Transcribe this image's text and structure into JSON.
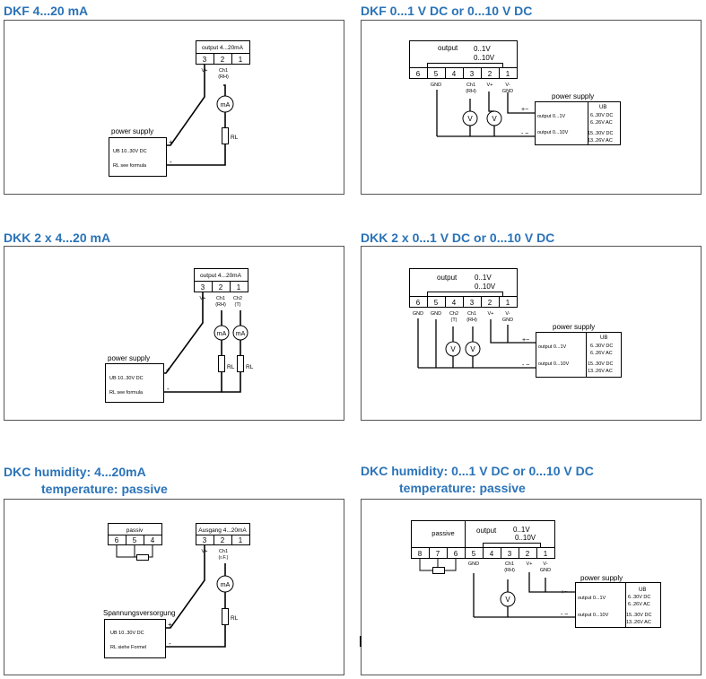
{
  "panels": [
    {
      "title": "DKF 4...20 mA",
      "output_label": "output  4...20mA",
      "terminals": [
        "3",
        "2",
        "1"
      ],
      "terminal_labels": [
        "V+",
        "Ch1",
        "(RH)"
      ],
      "meter": "mA",
      "resistor": "RL",
      "plus": "+",
      "minus": "-",
      "power_supply": "power supply",
      "ps_line1": "UB 10..30V DC",
      "ps_line2": "RL see formula"
    },
    {
      "title": "DKF 0...1 V DC or 0...10 V DC",
      "output_label": "output",
      "range1": "0..1V",
      "range2": "0..10V",
      "terminals": [
        "6",
        "5",
        "4",
        "3",
        "2",
        "1"
      ],
      "terminal_labels": [
        "GND",
        "Ch1",
        "(RH)",
        "V+",
        "V-",
        "GND"
      ],
      "meter": "V",
      "plus_ac": "+~",
      "minus_ac": "- ~",
      "power_supply": "power supply",
      "ub": "UB",
      "out1": "output 0...1V",
      "out10": "output 0...10V",
      "v1": "6..30V DC",
      "v2": "6..26V AC",
      "v3": "15..30V DC",
      "v4": "13..26V AC"
    },
    {
      "title": "DKK  2 x 4...20 mA",
      "output_label": "output  4...20mA",
      "terminals": [
        "3",
        "2",
        "1"
      ],
      "terminal_labels": [
        "V+",
        "Ch1",
        "(RH)",
        "Ch2",
        "(T)"
      ],
      "meter": "mA",
      "resistor": "RL",
      "plus": "+",
      "minus": "-",
      "power_supply": "power supply",
      "ps_line1": "UB 10..30V DC",
      "ps_line2": "RL see formula"
    },
    {
      "title": "DKK  2 x 0...1 V DC or 0...10 V DC",
      "output_label": "output",
      "range1": "0..1V",
      "range2": "0..10V",
      "terminals": [
        "6",
        "5",
        "4",
        "3",
        "2",
        "1"
      ],
      "terminal_labels": [
        "GND",
        "GND",
        "Ch2",
        "(T)",
        "Ch1",
        "(RH)",
        "V+",
        "V-",
        "GND"
      ],
      "meter": "V",
      "plus_ac": "+~",
      "minus_ac": "- ~",
      "power_supply": "power supply",
      "ub": "UB",
      "out1": "output 0...1V",
      "out10": "output 0...10V",
      "v1": "6..30V DC",
      "v2": "6..26V AC",
      "v3": "15..30V DC",
      "v4": "13..26V AC"
    },
    {
      "title_line1": "DKC  humidity: 4...20mA",
      "title_line2": "temperature: passive",
      "passive_label": "passiv",
      "passive_terminals": [
        "6",
        "5",
        "4"
      ],
      "output_label": "Ausgang  4...20mA",
      "terminals": [
        "3",
        "2",
        "1"
      ],
      "terminal_labels": [
        "V+",
        "Ch1",
        "(r.F.)"
      ],
      "meter": "mA",
      "resistor": "RL",
      "plus": "+",
      "minus": "-",
      "power_supply": "Spannungsversorgung",
      "ps_line1": "UB 10..30V DC",
      "ps_line2": "RL siehe Formel"
    },
    {
      "title_line1": "DKC  humidity: 0...1 V DC or 0...10 V DC",
      "title_line2": "temperature: passive",
      "passive_label": "passive",
      "passive_terminals": [
        "8",
        "7",
        "6"
      ],
      "output_label": "output",
      "range1": "0..1V",
      "range2": "0..10V",
      "terminals": [
        "5",
        "4",
        "3",
        "2",
        "1"
      ],
      "terminal_labels": [
        "GND",
        "Ch1",
        "(RH)",
        "V+",
        "V-",
        "GND"
      ],
      "meter": "V",
      "plus_ac": "+~",
      "minus_ac": "- ~",
      "power_supply": "power supply",
      "ub": "UB",
      "out1": "output 0...1V",
      "out10": "output 0...10V",
      "v1": "6..30V DC",
      "v2": "6..26V AC",
      "v3": "15..30V DC",
      "v4": "13..26V AC"
    }
  ]
}
